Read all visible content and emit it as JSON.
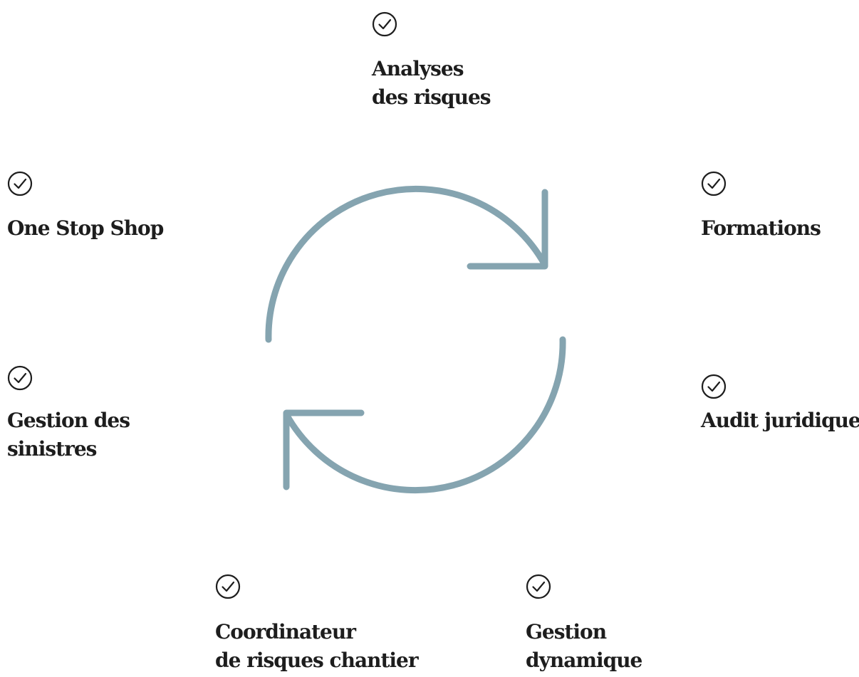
{
  "colors": {
    "text": "#1d1d1d",
    "cycle_arrow": "#85a4b0"
  },
  "icons": {
    "center": "cycle-arrows-icon",
    "item": "check-circle-icon"
  },
  "items": [
    {
      "key": "analyses",
      "lines": [
        "Analyses",
        "des risques"
      ]
    },
    {
      "key": "onestop",
      "lines": [
        "One Stop Shop"
      ]
    },
    {
      "key": "formations",
      "lines": [
        "Formations"
      ]
    },
    {
      "key": "gestion-sinistres",
      "lines": [
        "Gestion des",
        "sinistres"
      ]
    },
    {
      "key": "audit",
      "lines": [
        "Audit juridique"
      ]
    },
    {
      "key": "coordinateur",
      "lines": [
        "Coordinateur",
        "de risques chantier"
      ]
    },
    {
      "key": "gestion-dynamique",
      "lines": [
        "Gestion",
        "dynamique"
      ]
    }
  ]
}
